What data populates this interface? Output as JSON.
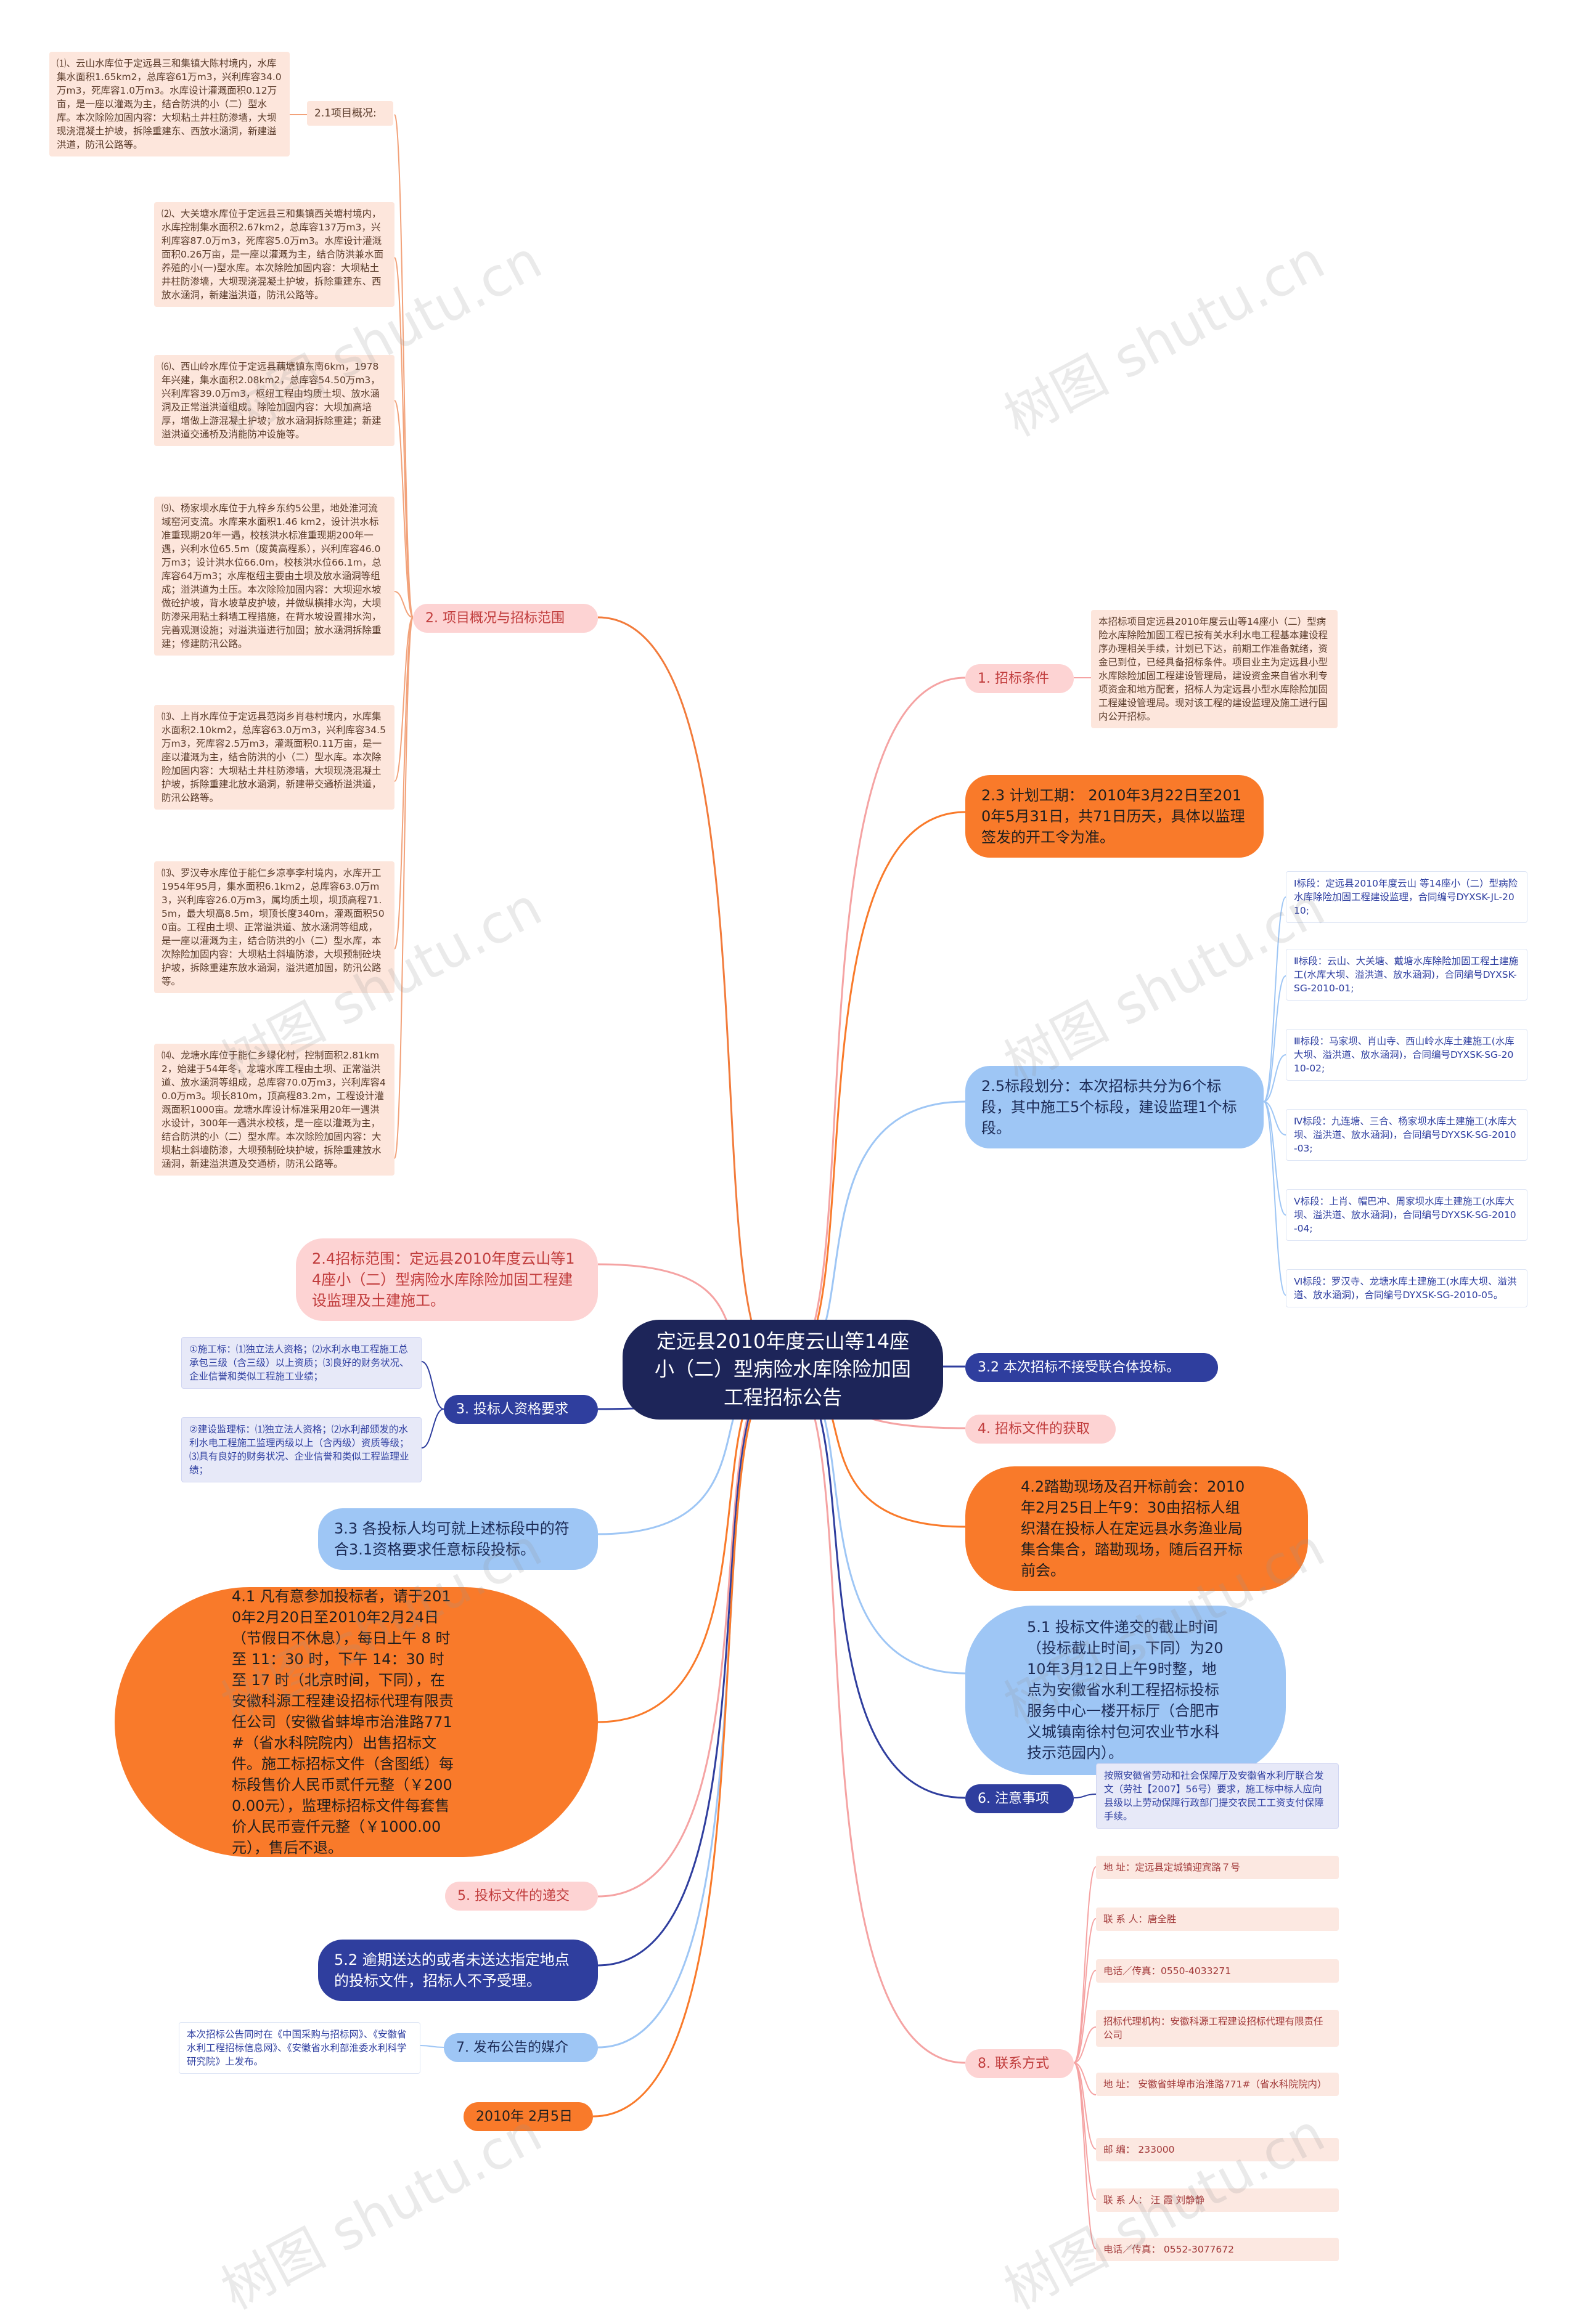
{
  "center": "定远县2010年度云山等14座小（二）型病险水库除险加固工程招标公告",
  "left": {
    "scope_branch": "2. 项目概况与招标范围",
    "overview_label": "2.1项目概况:",
    "reservoirs": [
      "⑴、云山水库位于定远县三和集镇大陈村境内，水库集水面积1.65km2，总库容61万m3，兴利库容34.0万m3，死库容1.0万m3。水库设计灌溉面积0.12万亩，是一座以灌溉为主，结合防洪的小（二）型水库。本次除险加固内容：大坝粘土井柱防渗墙，大坝现浇混凝土护坡，拆除重建东、西放水涵洞，新建溢洪道，防汛公路等。",
      "⑵、大关塘水库位于定远县三和集镇西关塘村境内，水库控制集水面积2.67km2，总库容137万m3，兴利库容87.0万m3，死库容5.0万m3。水库设计灌溉面积0.26万亩，是一座以灌溉为主，结合防洪兼水面养殖的小(一)型水库。本次除险加固内容：大坝粘土井柱防渗墙，大坝现浇混凝土护坡，拆除重建东、西放水涵洞，新建溢洪道，防汛公路等。",
      "⑹、西山岭水库位于定远县藕塘镇东南6km，1978年兴建，集水面积2.08km2，总库容54.50万m3，兴利库容39.0万m3，枢纽工程由均质土坝、放水涵洞及正常溢洪道组成。除险加固内容：大坝加高培厚，增做上游混凝土护坡；放水涵洞拆除重建；新建溢洪道交通桥及消能防冲设施等。",
      "⑼、杨家坝水库位于九梓乡东约5公里，地处淮河流域窑河支流。水库来水面积1.46 km2，设计洪水标准重现期20年一遇，校核洪水标准重现期200年一遇，兴利水位65.5m（废黄高程系），兴利库容46.0万m3；设计洪水位66.0m，校核洪水位66.1m，总库容64万m3；水库枢纽主要由土坝及放水涵洞等组成；溢洪道为土压。本次除险加固内容：大坝迎水坡做砼护坡，背水坡草皮护坡，并做纵横排水沟，大坝防渗采用粘土斜墙工程措施，在背水坡设置排水沟，完善观测设施；对溢洪道进行加固；放水涵洞拆除重建；修建防汛公路。",
      "⒀、上肖水库位于定远县范岗乡肖巷村境内，水库集水面积2.10km2，总库容63.0万m3，兴利库容34.5万m3，死库容2.5万m3，灌溉面积0.11万亩，是一座以灌溉为主，结合防洪的小（二）型水库。本次除险加固内容：大坝粘土井柱防渗墙，大坝现浇混凝土护坡，拆除重建北放水涵洞，新建带交通桥溢洪道，防汛公路等。",
      "⒀、罗汉寺水库位于能仁乡凉亭李村境内，水库开工1954年95月，集水面积6.1km2，总库容63.0万m3，兴利库容26.0万m3，属均质土坝，坝顶高程71.5m，最大坝高8.5m，坝顶长度340m，灌溉面积500亩。工程由土坝、正常溢洪道、放水涵洞等组成，是一座以灌溉为主，结合防洪的小（二）型水库，本次除险加固内容：大坝粘土斜墙防渗，大坝预制砼块护坡，拆除重建东放水涵洞，溢洪道加固，防汛公路等。",
      "⒁、龙塘水库位于能仁乡绿化村，控制面积2.81km2，始建于54年冬，龙塘水库工程由土坝、正常溢洪道、放水涵洞等组成，总库容70.0万m3，兴利库容40.0万m3。坝长810m，顶高程83.2m，工程设计灌溉面积1000亩。龙塘水库设计标准采用20年一遇洪水设计，300年一遇洪水校核，是一座以灌溉为主，结合防洪的小（二）型水库。本次除险加固内容：大坝粘土斜墙防渗，大坝预制砼块护坡，拆除重建放水涵洞，新建溢洪道及交通桥，防汛公路等。"
    ],
    "scope_note": "2.4招标范围：定远县2010年度云山等14座小（二）型病险水库除险加固工程建设监理及土建施工。",
    "qualification": {
      "label": "3. 投标人资格要求",
      "items": [
        "①施工标：⑴独立法人资格；⑵水利水电工程施工总承包三级（含三级）以上资质；⑶良好的财务状况、企业信誉和类似工程施工业绩；",
        "②建设监理标：⑴独立法人资格；⑵水利部颁发的水利水电工程施工监理丙级以上（含丙级）资质等级；⑶具有良好的财务状况、企业信誉和类似工程监理业绩；"
      ]
    },
    "note_33": "3.3 各投标人均可就上述标段中的符合3.1资格要求任意标段投标。",
    "note_41": "4.1 凡有意参加投标者，请于2010年2月20日至2010年2月24日（节假日不休息），每日上午 8 时至 11：30 时，下午 14：30 时至 17 时（北京时间，下同），在安徽科源工程建设招标代理有限责任公司（安徽省蚌埠市治淮路771#（省水科院院内）出售招标文件。施工标招标文件（含图纸）每标段售价人民币贰仟元整（￥2000.00元），监理标招标文件每套售价人民币壹仟元整（￥1000.00元），售后不退。",
    "submit_label": "5. 投标文件的递交",
    "note_52": "5.2 逾期送达的或者未送达指定地点的投标文件，招标人不予受理。",
    "media_label": "7. 发布公告的媒介",
    "media_text": "本次招标公告同时在《中国采购与招标网》、《安徽省水利工程招标信息网》、《安徽省水利部淮委水利科学研究院》上发布。",
    "date": "2010年 2月5日"
  },
  "right": {
    "cond_label": "1. 招标条件",
    "cond_text": "本招标项目定远县2010年度云山等14座小（二）型病险水库除险加固工程已按有关水利水电工程基本建设程序办理相关手续，计划已下达，前期工作准备就绪，资金已到位，已经具备招标条件。项目业主为定远县小型水库除险加固工程建设管理局，建设资金来自省水利专项资金和地方配套，招标人为定远县小型水库除险加固工程建设管理局。现对该工程的建设监理及施工进行国内公开招标。",
    "plan": "2.3 计划工期： 2010年3月22日至2010年5月31日，共71日历天，具体以监理签发的开工令为准。",
    "sections_label": "2.5标段划分：本次招标共分为6个标段，其中施工5个标段，建设监理1个标段。",
    "sections": [
      "Ⅰ标段：定远县2010年度云山 等14座小（二）型病险水库除险加固工程建设监理，合同编号DYXSK-JL-2010;",
      "Ⅱ标段：云山、大关塘、戴塘水库除险加固工程土建施工(水库大坝、溢洪道、放水涵洞)，合同编号DYXSK-SG-2010-01;",
      "Ⅲ标段：马家坝、肖山寺、西山岭水库土建施工(水库大坝、溢洪道、放水涵洞)，合同编号DYXSK-SG-2010-02;",
      "Ⅳ标段：九连塘、三合、杨家坝水库土建施工(水库大坝、溢洪道、放水涵洞)，合同编号DYXSK-SG-2010-03;",
      "Ⅴ标段：上肖、帽巴冲、周家坝水库土建施工(水库大坝、溢洪道、放水涵洞)，合同编号DYXSK-SG-2010-04;",
      "Ⅵ标段：罗汉寺、龙塘水库土建施工(水库大坝、溢洪道、放水涵洞)，合同编号DYXSK-SG-2010-05。"
    ],
    "joint": "3.2 本次招标不接受联合体投标。",
    "docs_label": "4. 招标文件的获取",
    "site_visit": "4.2踏勘现场及召开标前会：2010年2月25日上午9：30由招标人组织潜在投标人在定远县水务渔业局集合集合，踏勘现场，随后召开标前会。",
    "deadline": "5.1 投标文件递交的截止时间（投标截止时间，下同）为2010年3月12日上午9时整，地点为安徽省水利工程招标投标服务中心一楼开标厅（合肥市义城镇南徐村包河农业节水科技示范园内）。",
    "notice_label": "6. 注意事项",
    "notice_text": "按照安徽省劳动和社会保障厅及安徽省水利厅联合发文（劳社【2007】56号）要求，施工标中标人应向县级以上劳动保障行政部门提交农民工工资支付保障手续。",
    "contact_label": "8. 联系方式",
    "contacts": [
      "地 址：定远县定城镇迎宾路７号",
      "联 系 人：唐全胜",
      "电话／传真：0550-4033271",
      "招标代理机构：安徽科源工程建设招标代理有限责任公司",
      "地 址： 安徽省蚌埠市治淮路771#（省水科院院内）",
      "邮 编： 233000",
      "联 系 人： 汪 霞 刘静静",
      "电话／传真： 0552-3077672"
    ]
  },
  "watermark": "树图 shutu.cn",
  "colors": {
    "center": "#1d2559",
    "orange": "#f97a2a",
    "pink": "#fdd3d3",
    "blue": "#2f3e9e",
    "lightblue": "#9ec6f5"
  }
}
